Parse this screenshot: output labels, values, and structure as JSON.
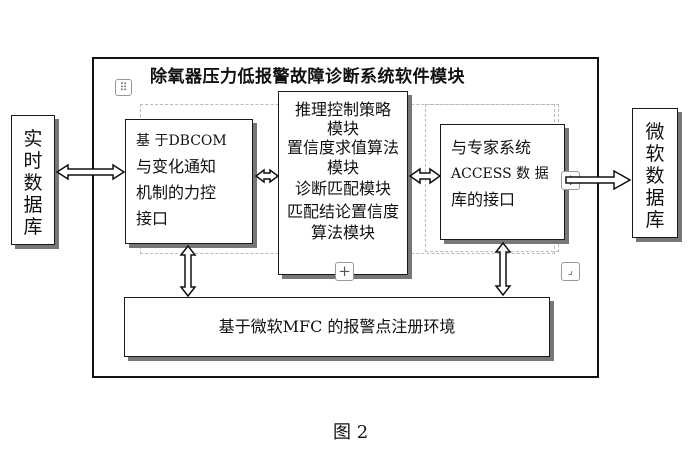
{
  "figure": {
    "title": "除氧器压力低报警故障诊断系统软件模块",
    "caption": "图 2",
    "left_db": [
      "实",
      "时",
      "数",
      "据",
      "库"
    ],
    "right_db": [
      "微",
      "软",
      "数",
      "据",
      "库"
    ],
    "left_module": [
      "基  于DBCOM",
      "与变化通知",
      "机制的力控",
      "接口"
    ],
    "center_module": [
      "推理控制策略",
      "模块",
      "置信度求值算法",
      "模块",
      "诊断匹配模块",
      "匹配结论置信度",
      "算法模块"
    ],
    "right_module": [
      "与专家系统",
      "ACCESS 数 据",
      "库的接口"
    ],
    "bottom_module": "基于微软MFC  的报警点注册环境",
    "handle_icon": "⠿",
    "plus_icon": "+",
    "resize_icon": "⌟"
  }
}
